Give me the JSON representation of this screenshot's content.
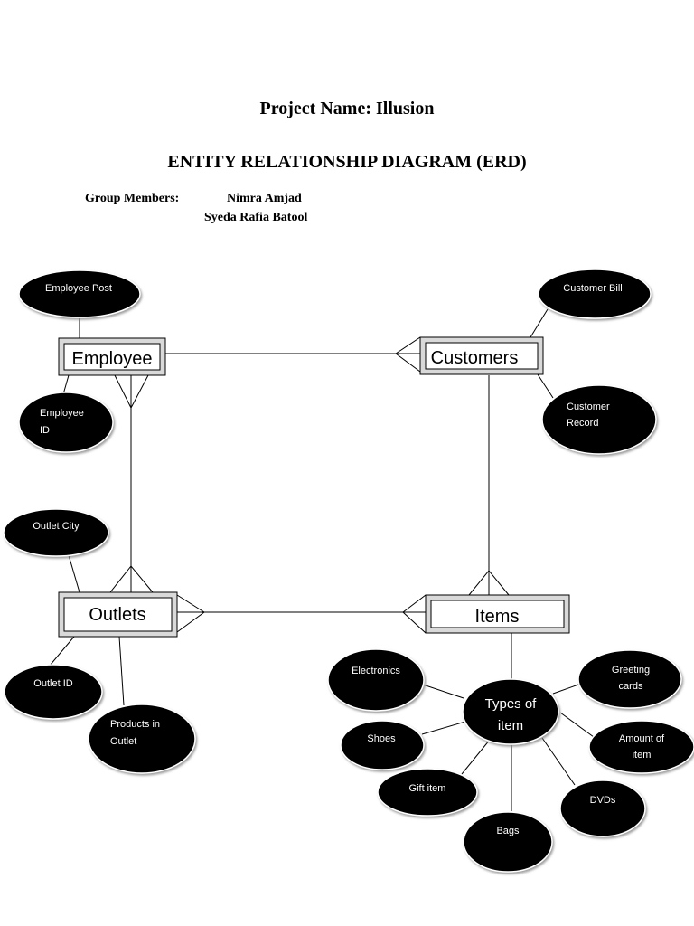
{
  "header": {
    "project_title": "Project Name: Illusion",
    "erd_title": "ENTITY RELATIONSHIP DIAGRAM (ERD)",
    "group_members_label": "Group Members:",
    "members": [
      "Nimra Amjad",
      "Syeda Rafia Batool"
    ]
  },
  "entities": {
    "employee": "Employee",
    "customers": "Customers",
    "outlets": "Outlets",
    "items": "Items"
  },
  "attributes": {
    "employee_post": "Employee Post",
    "employee_id": [
      "Employee",
      "ID"
    ],
    "customer_bill": "Customer Bill",
    "customer_record": [
      "Customer",
      "Record"
    ],
    "outlet_city": "Outlet City",
    "outlet_id": "Outlet ID",
    "products_in_outlet": [
      "Products in",
      "Outlet"
    ],
    "types_of_item": [
      "Types of",
      "item"
    ],
    "electronics": "Electronics",
    "greeting_cards": [
      "Greeting",
      "cards"
    ],
    "shoes": "Shoes",
    "amount_of_item": [
      "Amount of",
      "item"
    ],
    "gift_item": "Gift item",
    "dvds": "DVDs",
    "bags": "Bags"
  },
  "colors": {
    "attribute_fill": "#000000",
    "entity_border": "#000000",
    "background": "#ffffff"
  }
}
